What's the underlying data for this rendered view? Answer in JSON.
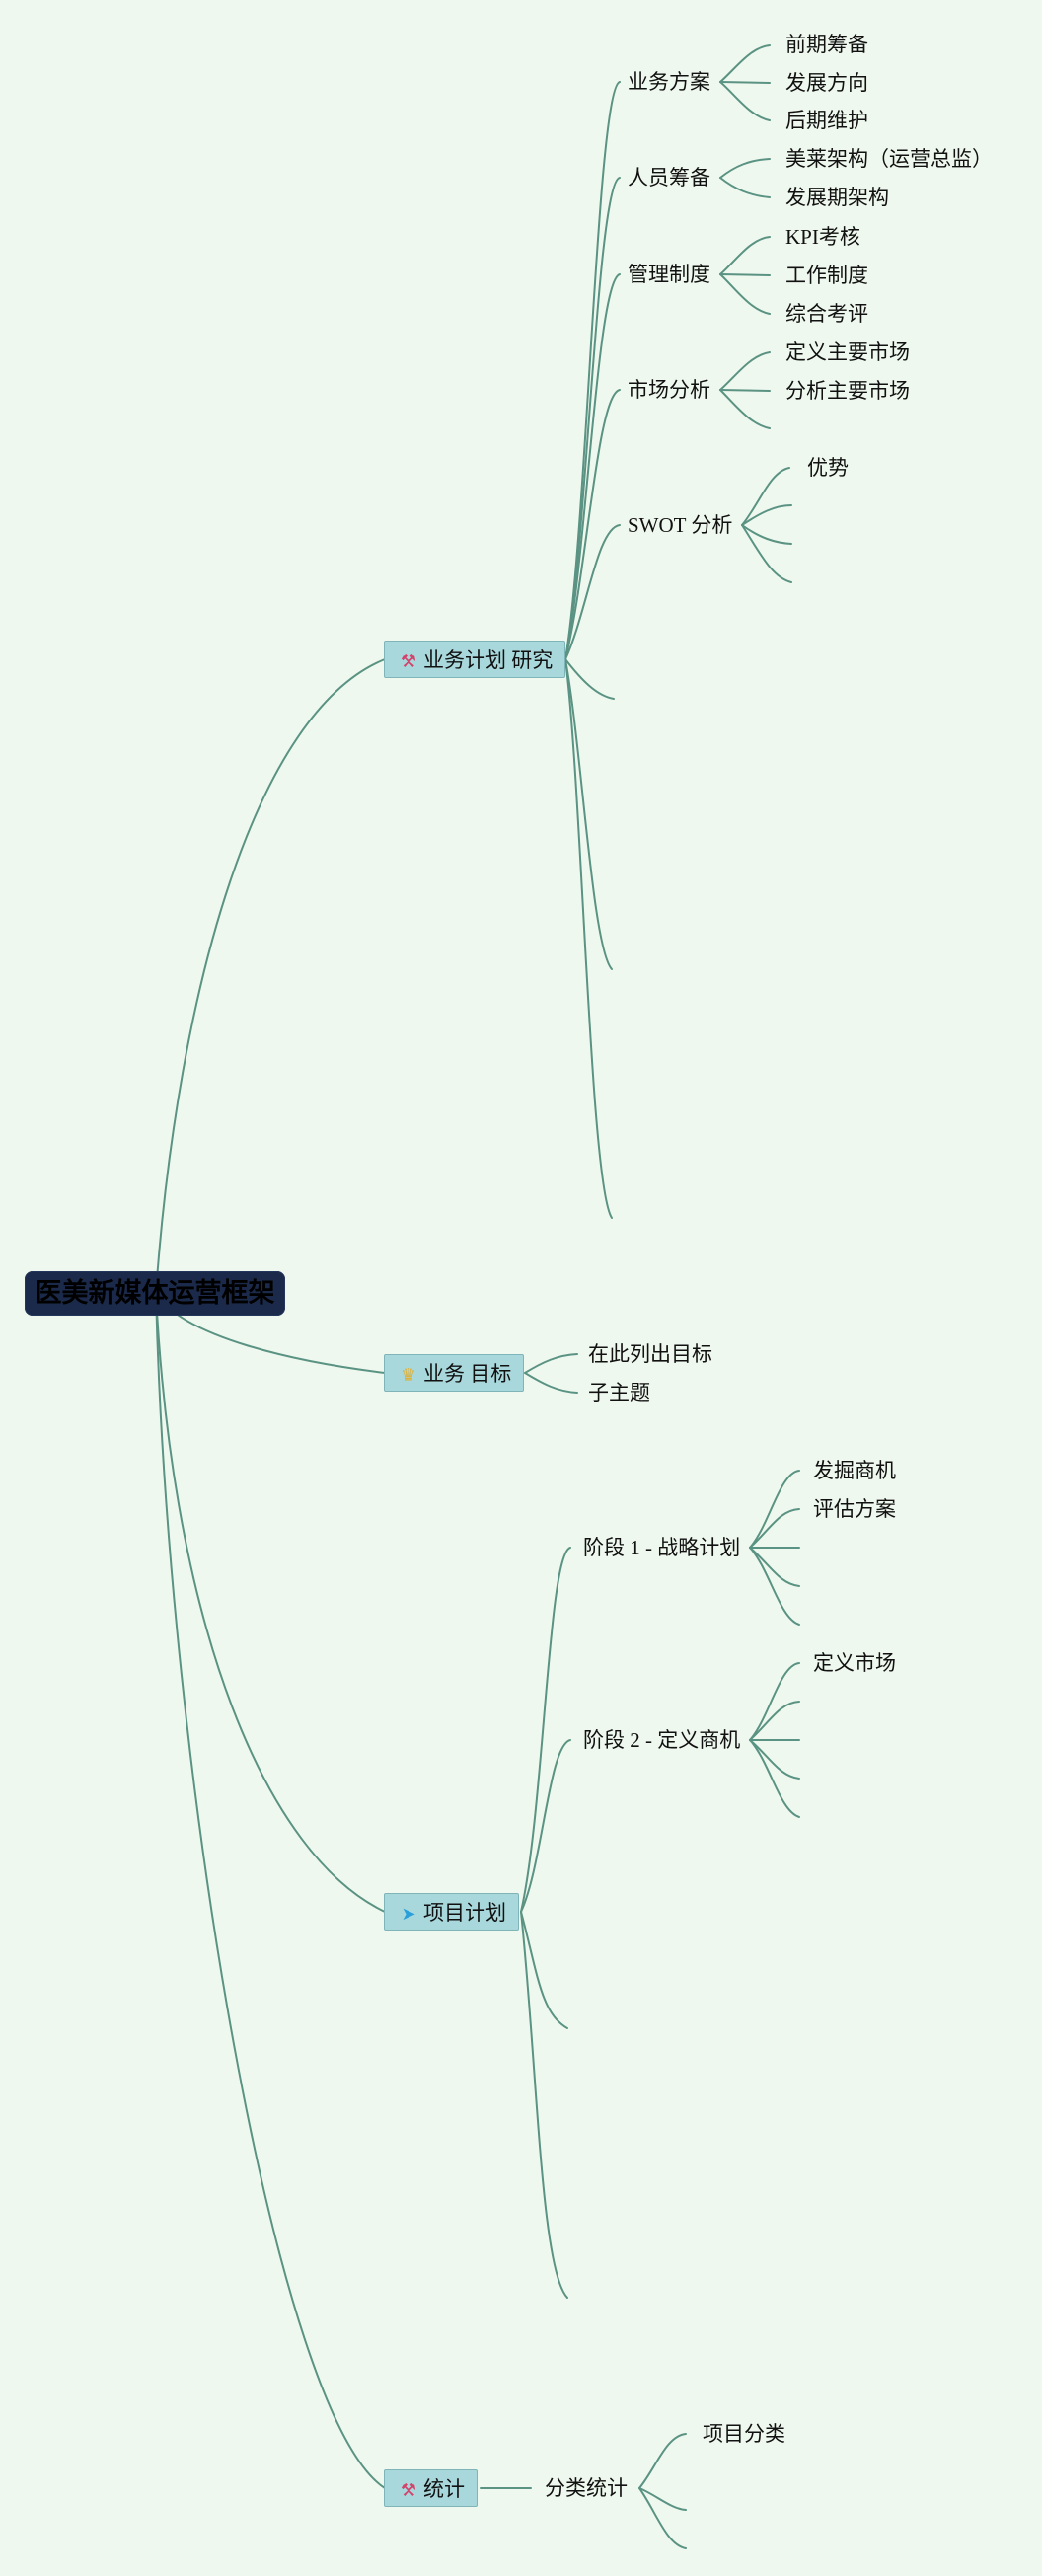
{
  "diagram": {
    "root": "医美新媒体运营框架",
    "branches": [
      {
        "title": "业务计划 研究",
        "icon": "tools-icon",
        "icon_glyph": "⚒",
        "icon_color": "#d4426b",
        "children": [
          {
            "title": "业务方案",
            "children": [
              "前期筹备",
              "发展方向",
              "后期维护"
            ]
          },
          {
            "title": "人员筹备",
            "children": [
              "美莱架构（运营总监）",
              "发展期架构"
            ]
          },
          {
            "title": "管理制度",
            "children": [
              "KPI考核",
              "工作制度",
              "综合考评"
            ]
          },
          {
            "title": "市场分析",
            "children": [
              "定义主要市场",
              "分析主要市场",
              ""
            ]
          },
          {
            "title": "SWOT 分析",
            "children": [
              "优势",
              "",
              "",
              ""
            ]
          }
        ]
      },
      {
        "title": "业务 目标",
        "icon": "trophy-icon",
        "icon_glyph": "♛",
        "icon_color": "#e0b23a",
        "children": [
          "在此列出目标",
          "子主题"
        ]
      },
      {
        "title": "项目计划",
        "icon": "paper-plane-icon",
        "icon_glyph": "➤",
        "icon_color": "#2b9fd9",
        "children": [
          {
            "title": "阶段 1 - 战略计划",
            "children": [
              "发掘商机",
              "评估方案",
              "",
              "",
              ""
            ]
          },
          {
            "title": "阶段 2 - 定义商机",
            "children": [
              "定义市场",
              "",
              "",
              "",
              ""
            ]
          }
        ]
      },
      {
        "title": "统计",
        "icon": "tools-icon",
        "icon_glyph": "⚒",
        "icon_color": "#d4426b",
        "children": [
          {
            "title": "分类统计",
            "children": [
              "项目分类",
              "",
              ""
            ]
          }
        ]
      }
    ]
  }
}
